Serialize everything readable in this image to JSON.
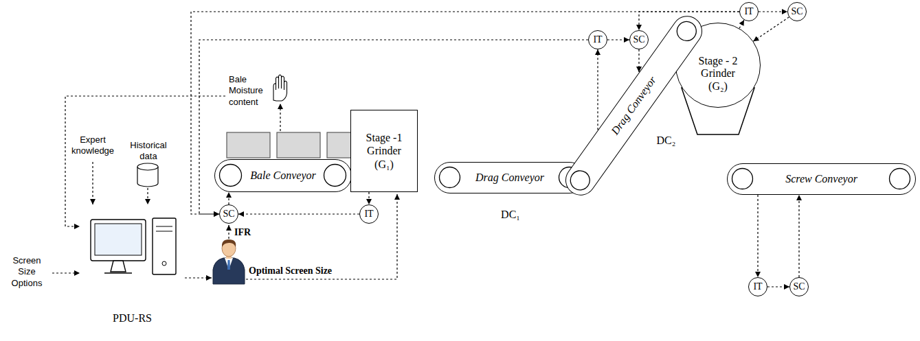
{
  "diagram": {
    "nodes": [
      {
        "text": [
          "Bale Conveyor"
        ]
      },
      {
        "text": [
          "Stage -1 Grinder (G₁)"
        ]
      },
      {
        "text": [
          "Drag Conveyor",
          "DC₁"
        ]
      },
      {
        "text": [
          "Drag Conveyor",
          "DC₂"
        ]
      },
      {
        "text": [
          "Stage - 2 Grinder (G₂)"
        ]
      },
      {
        "text": [
          "Screw Conveyor"
        ]
      },
      {
        "text": [
          "PDU-RS"
        ]
      },
      {
        "text": [
          "SC"
        ]
      },
      {
        "text": [
          "IT"
        ]
      },
      {
        "text": [
          "IT"
        ]
      },
      {
        "text": [
          "SC"
        ]
      },
      {
        "text": [
          "IT"
        ]
      },
      {
        "text": [
          "SC"
        ]
      },
      {
        "text": [
          "IT"
        ]
      },
      {
        "text": [
          "SC"
        ]
      }
    ],
    "edges": [
      {
        "from": 1,
        "to": 8,
        "arrow": "to"
      },
      {
        "from": 8,
        "to": 7,
        "arrow": "to"
      },
      {
        "from": 7,
        "to": 0,
        "arrow": "to"
      },
      {
        "from": 3,
        "to": 9,
        "arrow": "to"
      },
      {
        "from": 9,
        "to": 10,
        "arrow": "to"
      },
      {
        "from": 10,
        "to": 3,
        "arrow": "to"
      },
      {
        "from": 9,
        "to": 7,
        "arrow": "to"
      },
      {
        "from": 4,
        "to": 11,
        "arrow": "to"
      },
      {
        "from": 11,
        "to": 12,
        "arrow": "to"
      },
      {
        "from": 12,
        "to": 4,
        "arrow": "to"
      },
      {
        "from": 11,
        "to": 10,
        "arrow": "to"
      },
      {
        "from": 11,
        "to": 7,
        "arrow": "to"
      },
      {
        "from": 5,
        "to": 13,
        "arrow": "to"
      },
      {
        "from": 13,
        "to": 14,
        "arrow": "to"
      },
      {
        "from": 14,
        "to": 5,
        "arrow": "to"
      }
    ],
    "labels": [
      "Bale Moisture content",
      "Expert knowledge",
      "Historical data",
      "Screen Size Options",
      "IFR",
      "Optimal Screen Size"
    ]
  }
}
